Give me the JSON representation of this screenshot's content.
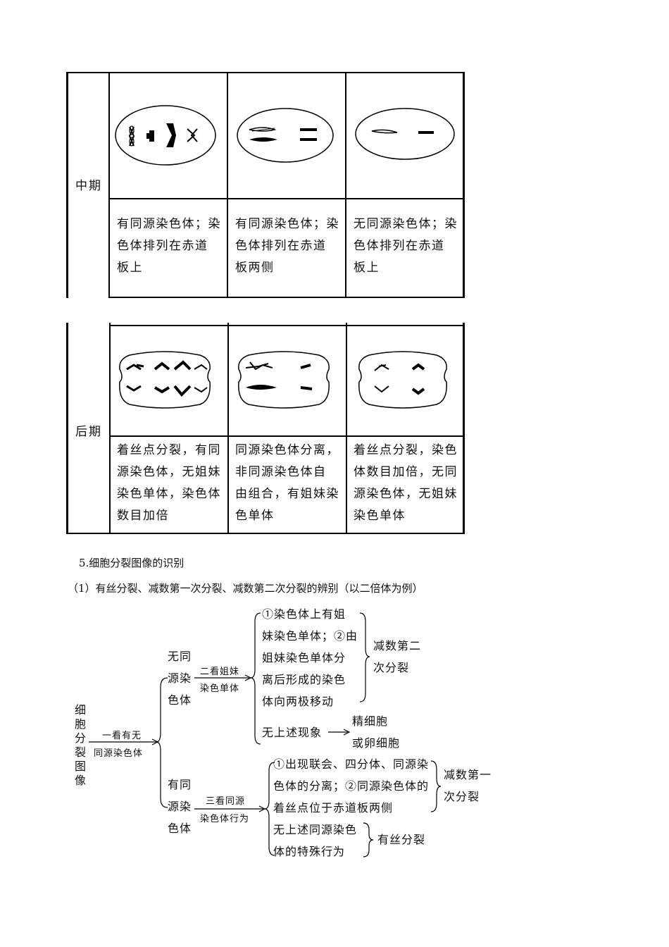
{
  "table1": {
    "row_label": "中期",
    "cells": [
      {
        "lines": [
          "有同源染色体；染",
          "色体排列在赤道",
          "板上"
        ]
      },
      {
        "lines": [
          "有同源染色体；染",
          "色体排列在赤道",
          "板两侧"
        ]
      },
      {
        "lines": [
          "无同源染色体；染",
          "色体排列在赤道",
          "板上"
        ]
      }
    ]
  },
  "table2": {
    "row_label": "后期",
    "cells": [
      {
        "lines": [
          "着丝点分裂，有同",
          "源染色体，无姐妹",
          "染色单体，染色体",
          "数目加倍"
        ]
      },
      {
        "lines": [
          "同源染色体分离，",
          "非同源染色体自",
          "由组合，有姐妹染",
          "色单体"
        ]
      },
      {
        "lines": [
          "着丝点分裂，染色",
          "体数目加倍，无同",
          "源染色体，无姐妹",
          "染色单体"
        ]
      }
    ]
  },
  "section": {
    "title": "5.细胞分裂图像的识别",
    "subtitle": "（1）有丝分裂、减数第一次分裂、减数第二次分裂的辨别（以二倍体为例）"
  },
  "flow": {
    "root": [
      "细",
      "胞",
      "分",
      "裂",
      "图",
      "像"
    ],
    "step1": [
      "一看有无",
      "同源染色体"
    ],
    "branch_no": [
      "无同",
      "源染",
      "色体"
    ],
    "step2": [
      "二看姐妹",
      "染色单体"
    ],
    "no_condition": [
      "①染色体上有姐",
      "妹染色单体；②由",
      "姐妹染色单体分",
      "离后形成的染色",
      "体向两极移动"
    ],
    "no_result": [
      "减数第二",
      "次分裂"
    ],
    "no_other": "无上述现象",
    "no_other_result": [
      "精细胞",
      "或卵细胞"
    ],
    "branch_yes": [
      "有同",
      "源染",
      "色体"
    ],
    "step3": [
      "三看同源",
      "染色体行为"
    ],
    "yes_condition": [
      "①出现联会、四分体、同源染",
      "色体的分离；②同源染色体的",
      "着丝点位于赤道板两侧"
    ],
    "yes_result": [
      "减数第一",
      "次分裂"
    ],
    "yes_other": [
      "无上述同源染色",
      "体的特殊行为"
    ],
    "yes_other_result": "有丝分裂"
  }
}
